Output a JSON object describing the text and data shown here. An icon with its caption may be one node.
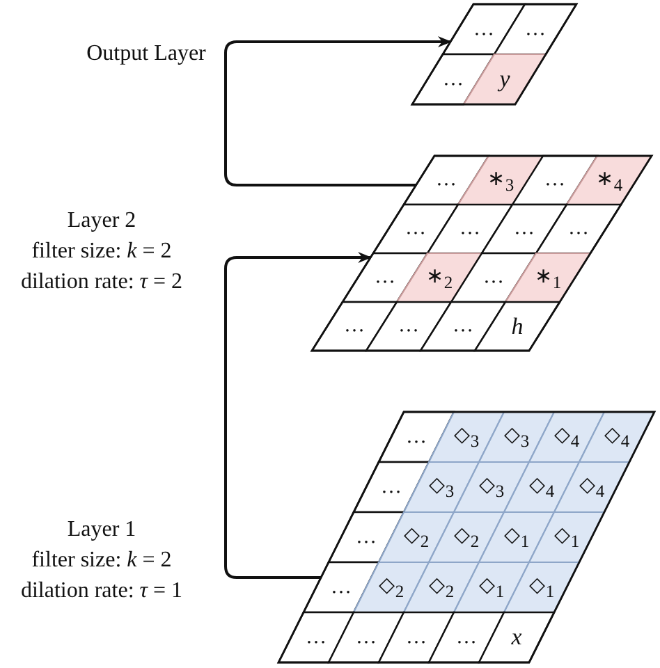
{
  "diagram": {
    "nodes": [
      {
        "text": [],
        "shape": "parallelogram"
      },
      {
        "text": [
          "…"
        ],
        "in": 0
      },
      {
        "text": [
          "…"
        ],
        "in": 0
      },
      {
        "text": [
          "…"
        ],
        "in": 0
      },
      {
        "text": [
          "y"
        ],
        "in": 0
      },
      {
        "text": [],
        "shape": "parallelogram",
        "beside": [
          "Layer 2",
          "filter size: *k* = 2",
          "dilation rate: *τ* = 2"
        ]
      },
      {
        "text": [
          "…"
        ],
        "in": 5
      },
      {
        "text": [
          "∗$_{3}$"
        ],
        "in": 5
      },
      {
        "text": [
          "…"
        ],
        "in": 5
      },
      {
        "text": [
          "∗$_{4}$"
        ],
        "in": 5
      },
      {
        "text": [
          "…"
        ],
        "in": 5
      },
      {
        "text": [
          "…"
        ],
        "in": 5
      },
      {
        "text": [
          "…"
        ],
        "in": 5
      },
      {
        "text": [
          "…"
        ],
        "in": 5
      },
      {
        "text": [
          "…"
        ],
        "in": 5
      },
      {
        "text": [
          "∗$_{2}$"
        ],
        "in": 5
      },
      {
        "text": [
          "…"
        ],
        "in": 5
      },
      {
        "text": [
          "∗$_{1}$"
        ],
        "in": 5
      },
      {
        "text": [
          "…"
        ],
        "in": 5
      },
      {
        "text": [
          "…"
        ],
        "in": 5
      },
      {
        "text": [
          "…"
        ],
        "in": 5
      },
      {
        "text": [
          "h"
        ],
        "in": 5
      },
      {
        "text": [],
        "shape": "parallelogram",
        "beside": [
          "Layer 1",
          "filter size: *k* = 2",
          "dilation rate: *τ* = 1"
        ]
      },
      {
        "text": [
          "…"
        ],
        "in": 22
      },
      {
        "text": [
          "◇$_{3}$"
        ],
        "in": 22
      },
      {
        "text": [
          "◇$_{3}$"
        ],
        "in": 22
      },
      {
        "text": [
          "◇$_{4}$"
        ],
        "in": 22
      },
      {
        "text": [
          "◇$_{4}$"
        ],
        "in": 22
      },
      {
        "text": [
          "…"
        ],
        "in": 22
      },
      {
        "text": [
          "◇$_{3}$"
        ],
        "in": 22
      },
      {
        "text": [
          "◇$_{3}$"
        ],
        "in": 22
      },
      {
        "text": [
          "◇$_{4}$"
        ],
        "in": 22
      },
      {
        "text": [
          "◇$_{4}$"
        ],
        "in": 22
      },
      {
        "text": [
          "…"
        ],
        "in": 22
      },
      {
        "text": [
          "◇$_{2}$"
        ],
        "in": 22
      },
      {
        "text": [
          "◇$_{2}$"
        ],
        "in": 22
      },
      {
        "text": [
          "◇$_{1}$"
        ],
        "in": 22
      },
      {
        "text": [
          "◇$_{1}$"
        ],
        "in": 22
      },
      {
        "text": [
          "…"
        ],
        "in": 22
      },
      {
        "text": [
          "◇$_{2}$"
        ],
        "in": 22
      },
      {
        "text": [
          "◇$_{2}$"
        ],
        "in": 22
      },
      {
        "text": [
          "◇$_{1}$"
        ],
        "in": 22
      },
      {
        "text": [
          "◇$_{1}$"
        ],
        "in": 22
      },
      {
        "text": [
          "…"
        ],
        "in": 22
      },
      {
        "text": [
          "…"
        ],
        "in": 22
      },
      {
        "text": [
          "…"
        ],
        "in": 22
      },
      {
        "text": [
          "…"
        ],
        "in": 22
      },
      {
        "text": [
          "x"
        ],
        "in": 22
      }
    ],
    "edges": [
      {
        "from": 22,
        "to": 5,
        "arrow": "to"
      },
      {
        "from": 5,
        "to": 0,
        "arrow": "to"
      }
    ],
    "labels": [
      "Output Layer"
    ]
  }
}
